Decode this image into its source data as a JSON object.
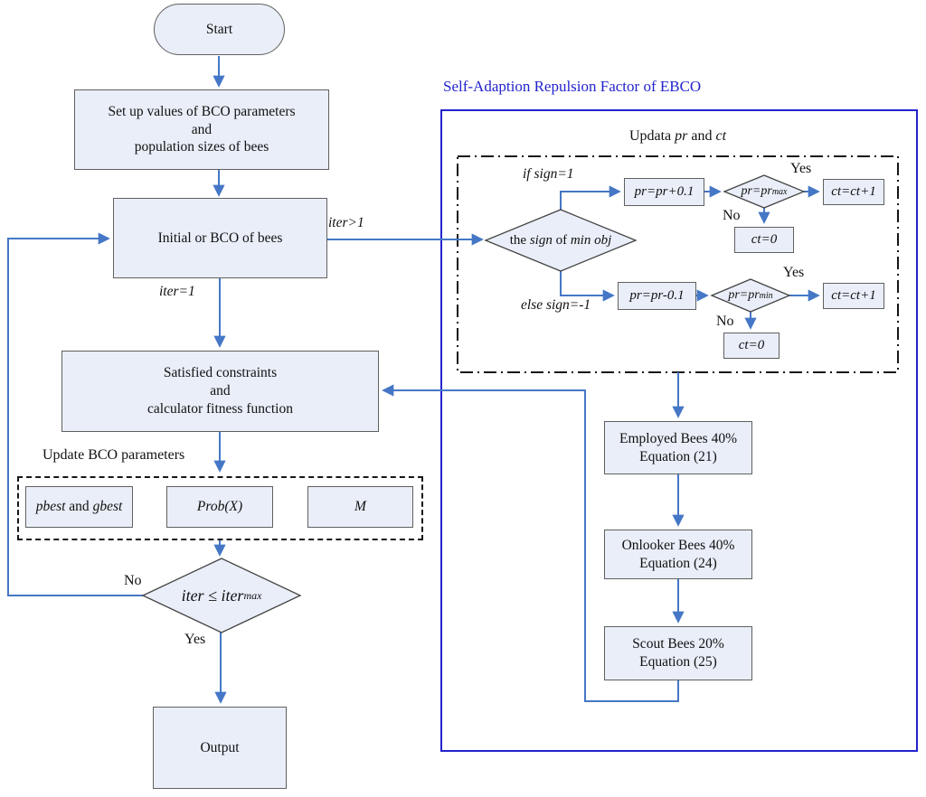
{
  "figure": {
    "type": "flowchart",
    "description": "BCO algorithm flowchart with self-adaption repulsion factor of EBCO"
  },
  "colors": {
    "node_fill": "#e9eef8",
    "node_border": "#606060",
    "arrow_blue": "#4577c6",
    "frame_blue": "#2323cd",
    "dash_black": "#161616"
  },
  "left_flow": {
    "start": "Start",
    "setup": {
      "line1": "Set up values of BCO parameters",
      "line2": "and",
      "line3": "population sizes of bees"
    },
    "initial": "Initial or BCO of bees",
    "iter_gt1": "iter>1",
    "iter_eq1": "iter=1",
    "satisfied": {
      "line1": "Satisfied constraints",
      "line2": "and",
      "line3": "calculator fitness function"
    },
    "update_params_label": "Update BCO parameters",
    "pbest": {
      "p1": "pbest",
      "p2": " and ",
      "p3": "gbest"
    },
    "prob": "Prob(X)",
    "m": "M",
    "iter_decision": {
      "main": "iter ≤ iter",
      "sub": "max"
    },
    "no": "No",
    "yes": "Yes",
    "output": "Output"
  },
  "right_panel": {
    "title": "Self-Adaption Repulsion Factor of EBCO",
    "updata_label": {
      "p1": "Updata ",
      "p2": "pr",
      "p3": " and ",
      "p4": "ct"
    },
    "sign_decision": {
      "p1": "the ",
      "p2": "sign",
      "p3": " of ",
      "p4": "min obj"
    },
    "if_label": "if sign=1",
    "else_label": "else sign=-1",
    "pr_plus": "pr=pr+0.1",
    "pr_minus": "pr=pr-0.1",
    "pr_max": {
      "main": "pr=pr",
      "sub": "max"
    },
    "pr_min": {
      "main": "pr=pr",
      "sub": "min"
    },
    "ct_inc_1": "ct=ct+1",
    "ct_inc_2": "ct=ct+1",
    "ct_zero_1": "ct=0",
    "ct_zero_2": "ct=0",
    "yes_1": "Yes",
    "no_1": "No",
    "yes_2": "Yes",
    "no_2": "No",
    "employed": {
      "line1": "Employed Bees 40%",
      "line2": "Equation (21)"
    },
    "onlooker": {
      "line1": "Onlooker Bees 40%",
      "line2": "Equation (24)"
    },
    "scout": {
      "line1": "Scout Bees 20%",
      "line2": "Equation (25)"
    }
  }
}
